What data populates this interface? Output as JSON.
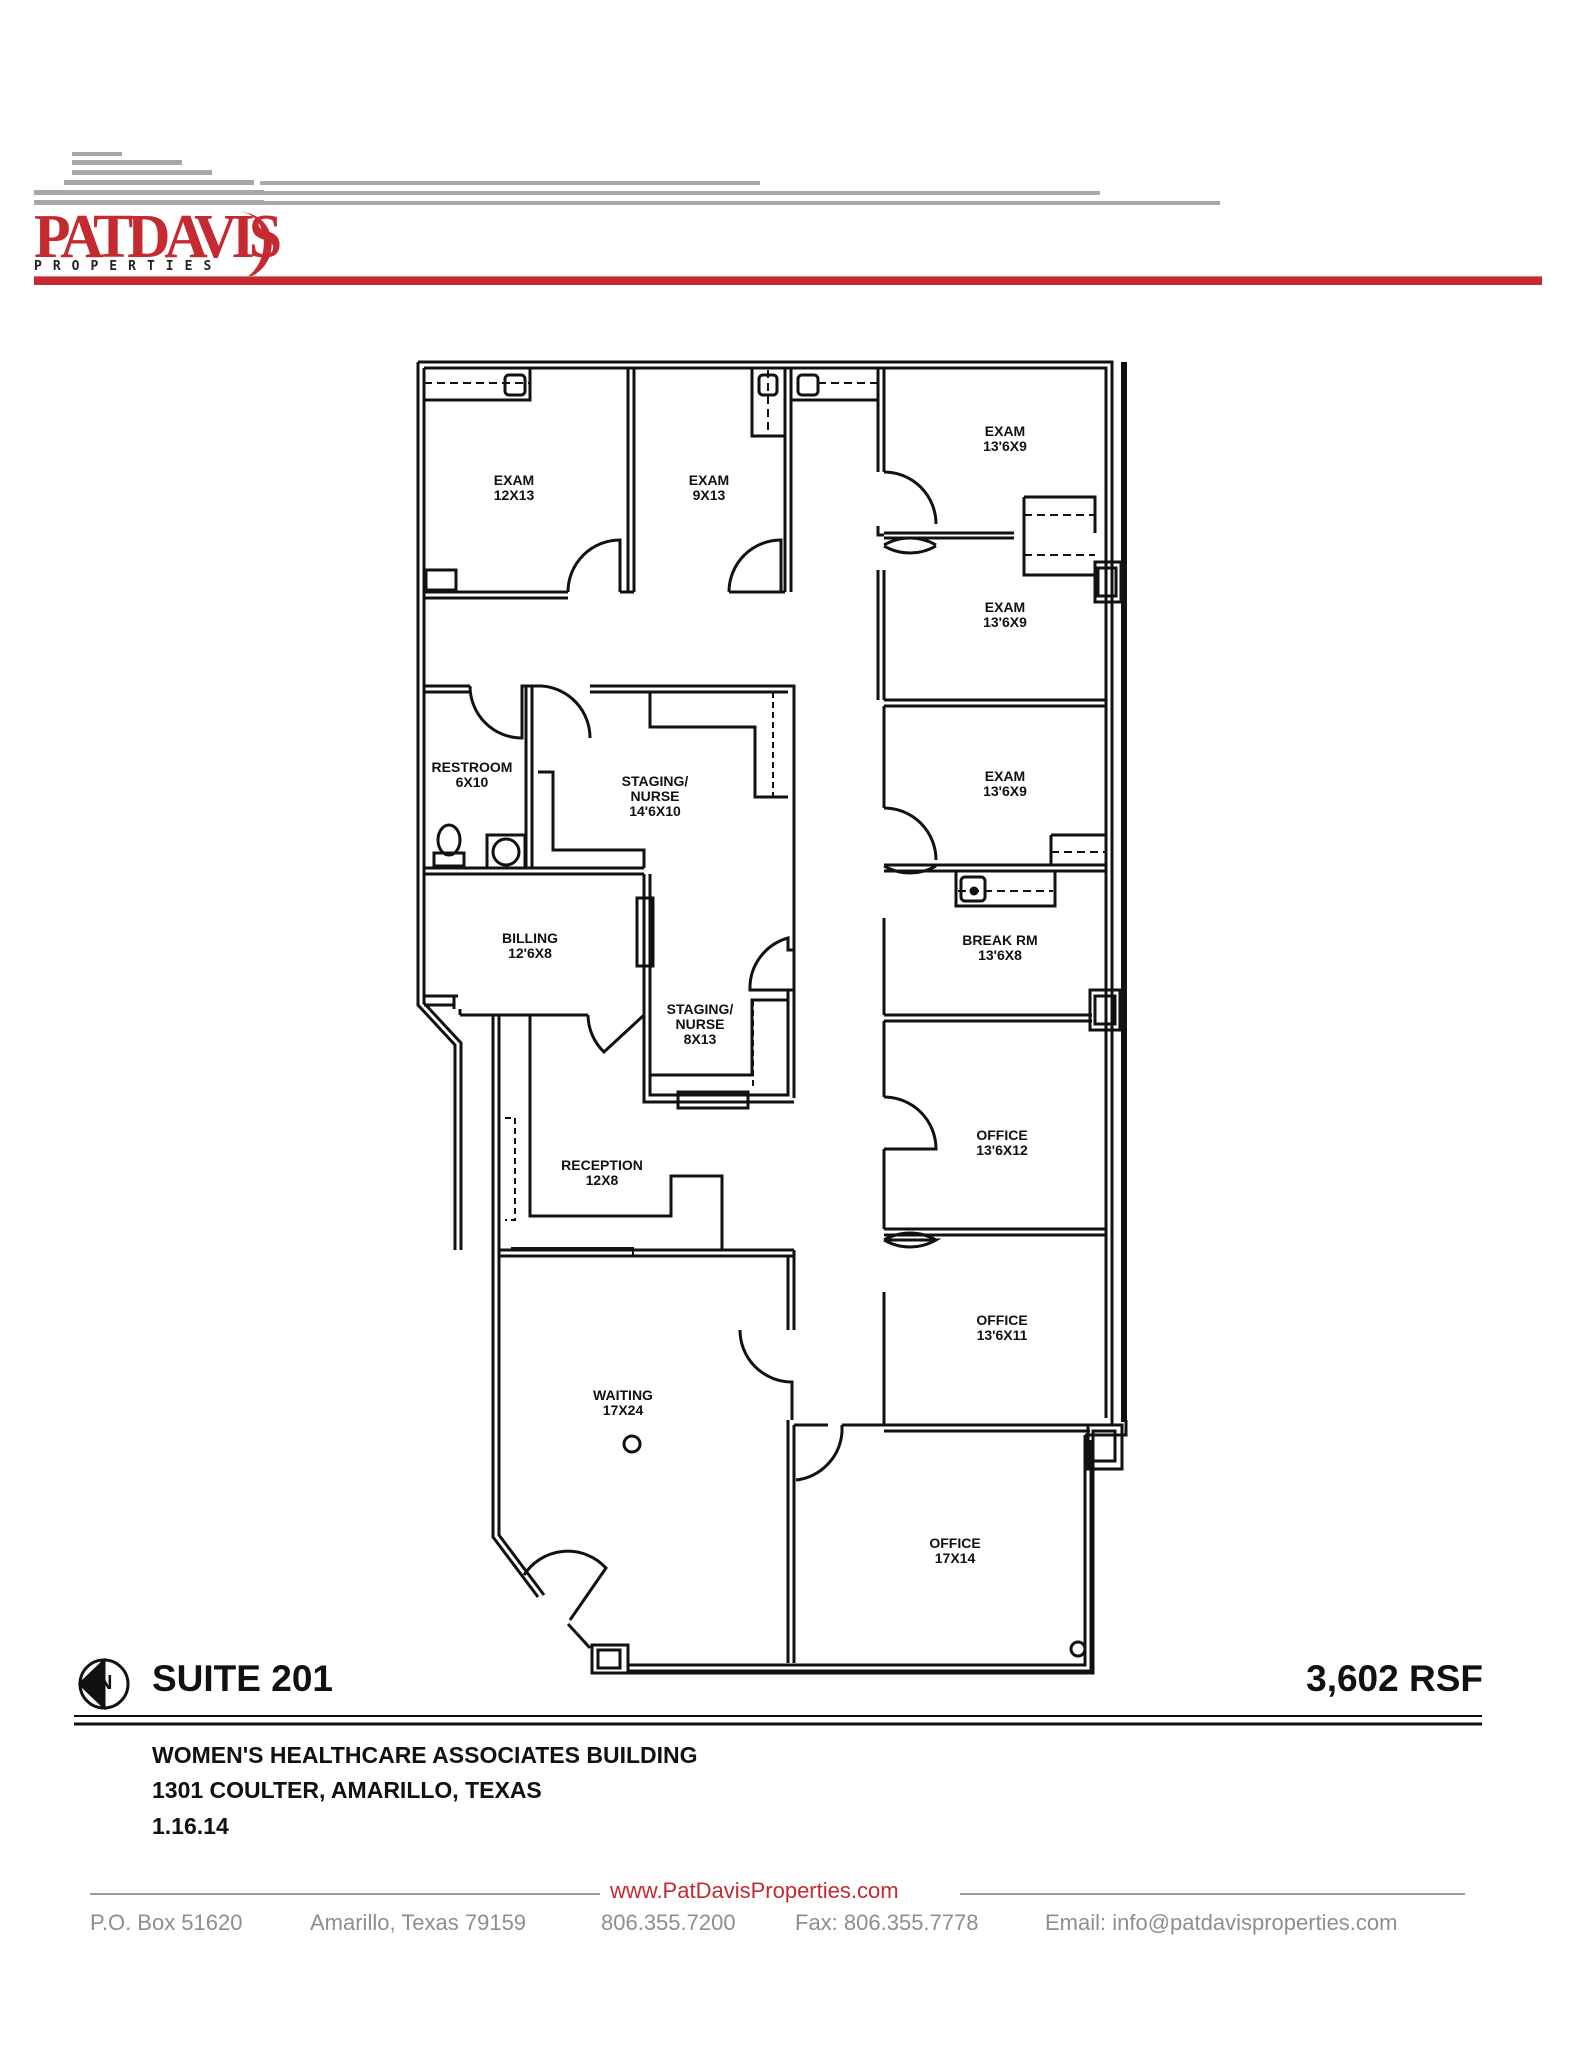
{
  "header": {
    "logo_text": "PATDAVIS",
    "logo_subtext": "PROPERTIES",
    "brand_color": "#c42a30"
  },
  "rooms": [
    {
      "id": "exam-1",
      "name": "EXAM",
      "size": "12X13"
    },
    {
      "id": "exam-2",
      "name": "EXAM",
      "size": "9X13"
    },
    {
      "id": "exam-3",
      "name": "EXAM",
      "size": "13'6X9"
    },
    {
      "id": "exam-4",
      "name": "EXAM",
      "size": "13'6X9"
    },
    {
      "id": "restroom",
      "name": "RESTROOM",
      "size": "6X10"
    },
    {
      "id": "staging-nurse-1",
      "name": "STAGING/\nNURSE",
      "size": "14'6X10"
    },
    {
      "id": "exam-5",
      "name": "EXAM",
      "size": "13'6X9"
    },
    {
      "id": "billing",
      "name": "BILLING",
      "size": "12'6X8"
    },
    {
      "id": "break-room",
      "name": "BREAK RM",
      "size": "13'6X8"
    },
    {
      "id": "staging-nurse-2",
      "name": "STAGING/\nNURSE",
      "size": "8X13"
    },
    {
      "id": "reception",
      "name": "RECEPTION",
      "size": "12X8"
    },
    {
      "id": "office-1",
      "name": "OFFICE",
      "size": "13'6X12"
    },
    {
      "id": "office-2",
      "name": "OFFICE",
      "size": "13'6X11"
    },
    {
      "id": "waiting",
      "name": "WAITING",
      "size": "17X24"
    },
    {
      "id": "office-3",
      "name": "OFFICE",
      "size": "17X14"
    }
  ],
  "title_block": {
    "north_label": "N",
    "suite": "SUITE 201",
    "area": "3,602 RSF",
    "building": "WOMEN'S HEALTHCARE ASSOCIATES BUILDING",
    "address": "1301 COULTER, AMARILLO, TEXAS",
    "date": "1.16.14"
  },
  "footer": {
    "website": "www.PatDavisProperties.com",
    "po_box": "P.O. Box 51620",
    "city": "Amarillo, Texas 79159",
    "phone": "806.355.7200",
    "fax": "Fax: 806.355.7778",
    "email": "Email: info@patdavisproperties.com"
  }
}
